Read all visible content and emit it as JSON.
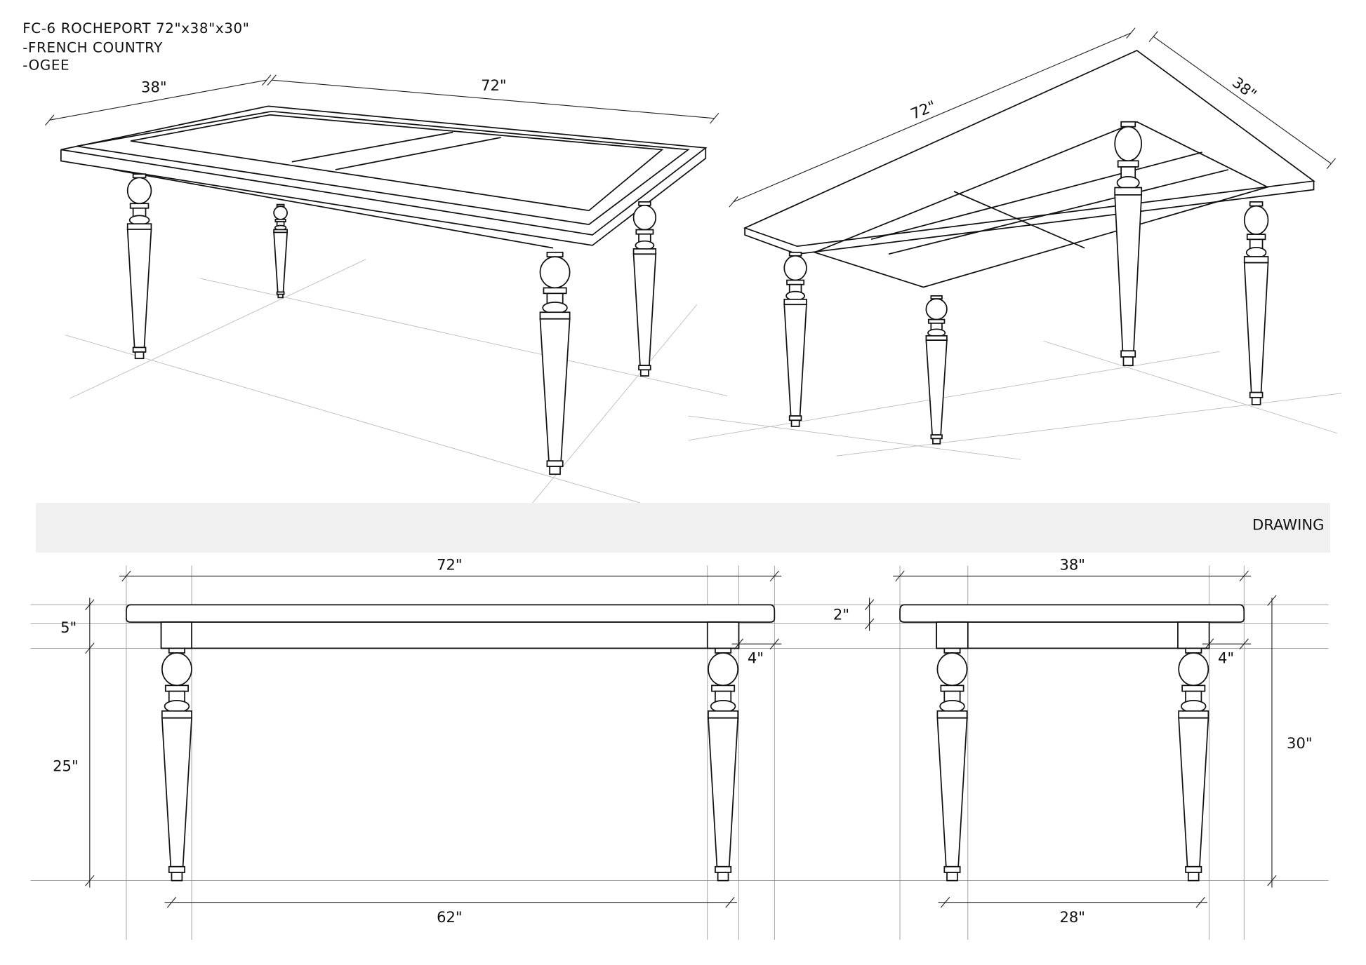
{
  "title": {
    "line1": "FC-6 ROCHEPORT  72\"x38\"x30\"",
    "line2": "-FRENCH COUNTRY",
    "line3": "-OGEE"
  },
  "section_banner": "DRAWING",
  "perspective_top_view": {
    "width_label": "38\"",
    "length_label": "72\""
  },
  "perspective_under_view": {
    "length_label": "72\"",
    "width_label": "38\""
  },
  "front_elevation": {
    "overall_length": "72\"",
    "apron_height": "5\"",
    "leg_height": "25\"",
    "leg_block": "4\"",
    "leg_span": "62\""
  },
  "side_elevation": {
    "overall_width": "38\"",
    "top_thickness": "2\"",
    "leg_block": "4\"",
    "overall_height": "30\"",
    "leg_span": "28\""
  }
}
